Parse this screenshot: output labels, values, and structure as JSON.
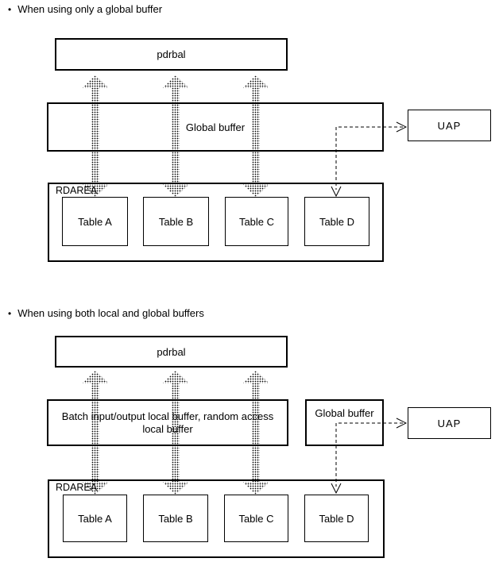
{
  "page": {
    "background_color": "#ffffff",
    "line_color": "#000000"
  },
  "diagram1": {
    "bullet": "•",
    "heading": "When using only a global buffer",
    "pdrbal": "pdrbal",
    "global_buffer": "Global buffer",
    "uap": "UAP",
    "rdarea": "RDAREA",
    "tables": [
      "Table A",
      "Table B",
      "Table C",
      "Table D"
    ]
  },
  "diagram2": {
    "bullet": "•",
    "heading": "When using both local and global buffers",
    "pdrbal": "pdrbal",
    "local_buffer_line1": "Batch input/output local buffer, random access",
    "local_buffer_line2": "local buffer",
    "global_buffer": "Global buffer",
    "uap": "UAP",
    "rdarea": "RDAREA",
    "tables": [
      "Table A",
      "Table B",
      "Table C",
      "Table D"
    ]
  }
}
